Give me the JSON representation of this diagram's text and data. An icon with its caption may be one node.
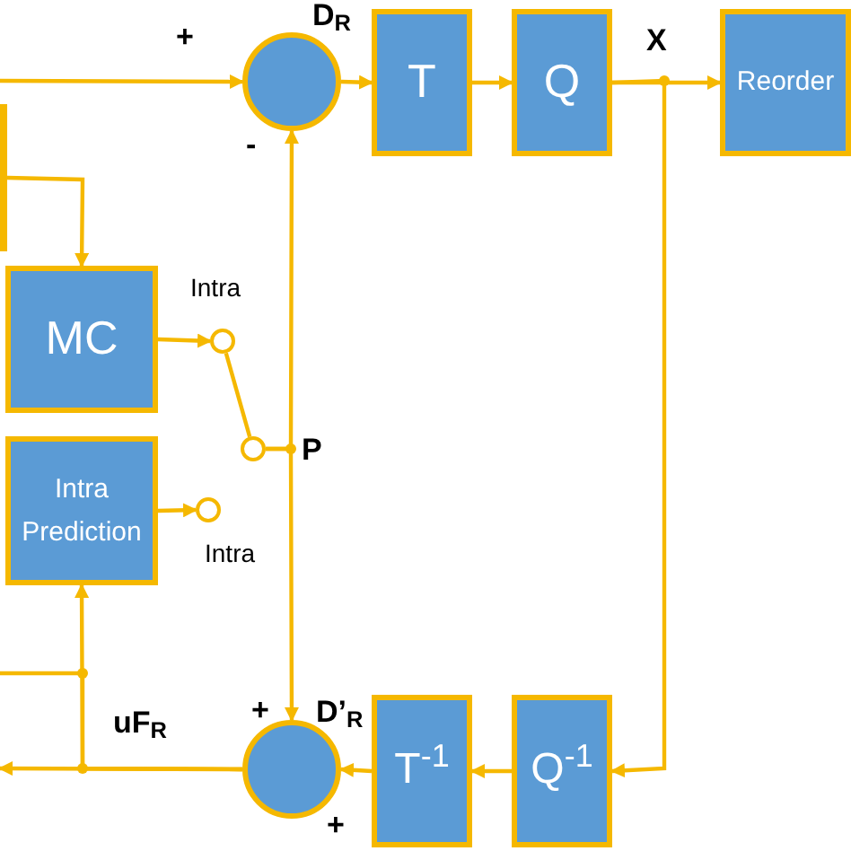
{
  "diagram": {
    "nodes": [
      {
        "text": [],
        "shape": "circle"
      },
      {
        "text": [
          "T"
        ]
      },
      {
        "text": [
          "Q"
        ]
      },
      {
        "text": [
          "Reorder"
        ]
      },
      {
        "text": [],
        "shape": "bar"
      },
      {
        "text": [
          "MC"
        ]
      },
      {
        "text": [],
        "shape": "circle"
      },
      {
        "text": [
          "Intra Prediction"
        ]
      },
      {
        "text": [],
        "shape": "circle"
      },
      {
        "text": [],
        "shape": "circle"
      },
      {
        "text": [],
        "shape": "circle"
      },
      {
        "text": [
          "T$^{-1}$"
        ]
      },
      {
        "text": [
          "Q$^{-1}$"
        ]
      }
    ],
    "edges": [
      {
        "from": null,
        "to": 0,
        "arrow": "to"
      },
      {
        "from": 0,
        "to": 1,
        "arrow": "to"
      },
      {
        "from": 1,
        "to": 2,
        "arrow": "to"
      },
      {
        "from": 2,
        "to": 3,
        "arrow": "to"
      },
      {
        "from": 2,
        "to": 12,
        "arrow": "to"
      },
      {
        "from": 4,
        "to": 5,
        "arrow": "to"
      },
      {
        "from": 5,
        "to": 6,
        "arrow": "to"
      },
      {
        "from": 7,
        "to": 8,
        "arrow": "to"
      },
      {
        "from": 9,
        "to": 6,
        "arrow": "none"
      },
      {
        "from": 9,
        "to": 0,
        "arrow": "to"
      },
      {
        "from": 9,
        "to": 10,
        "arrow": "to"
      },
      {
        "from": 12,
        "to": 11,
        "arrow": "to"
      },
      {
        "from": 11,
        "to": 10,
        "arrow": "to"
      },
      {
        "from": 10,
        "to": null,
        "arrow": "to"
      },
      {
        "from": 10,
        "to": 7,
        "arrow": "to"
      },
      {
        "from": 10,
        "to": null,
        "arrow": "none"
      }
    ],
    "labels": [
      "+",
      "D$_{R}$",
      "-",
      "X",
      "Intra",
      "P",
      "Intra",
      "uF$_{R}$",
      "+",
      "D’$_{R}$",
      "+"
    ]
  }
}
